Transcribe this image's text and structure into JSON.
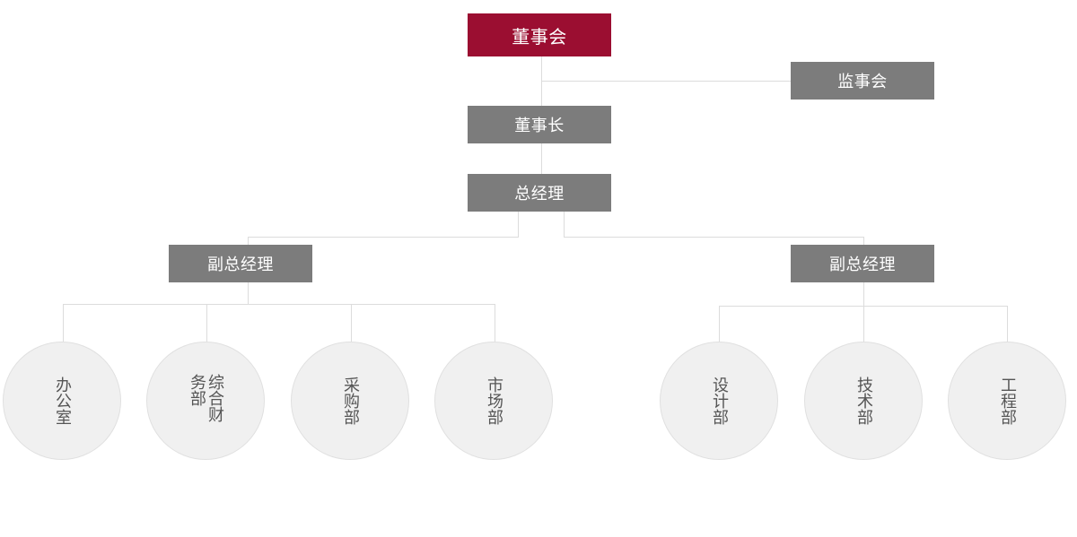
{
  "top": {
    "board": "董事会",
    "supervisors": "监事会",
    "chairman": "董事长",
    "general_manager": "总经理"
  },
  "deputies": {
    "left": "副总经理",
    "right": "副总经理"
  },
  "departments": {
    "left": [
      "办公室",
      "综合财务部",
      "采购部",
      "市场部"
    ],
    "right": [
      "设计部",
      "技术部",
      "工程部"
    ]
  },
  "colors": {
    "board_bg": "#9b0e31",
    "box_bg": "#7c7c7c",
    "line": "#dcdcdc",
    "circle_bg": "#f0f0f0",
    "circle_text": "#555555"
  }
}
